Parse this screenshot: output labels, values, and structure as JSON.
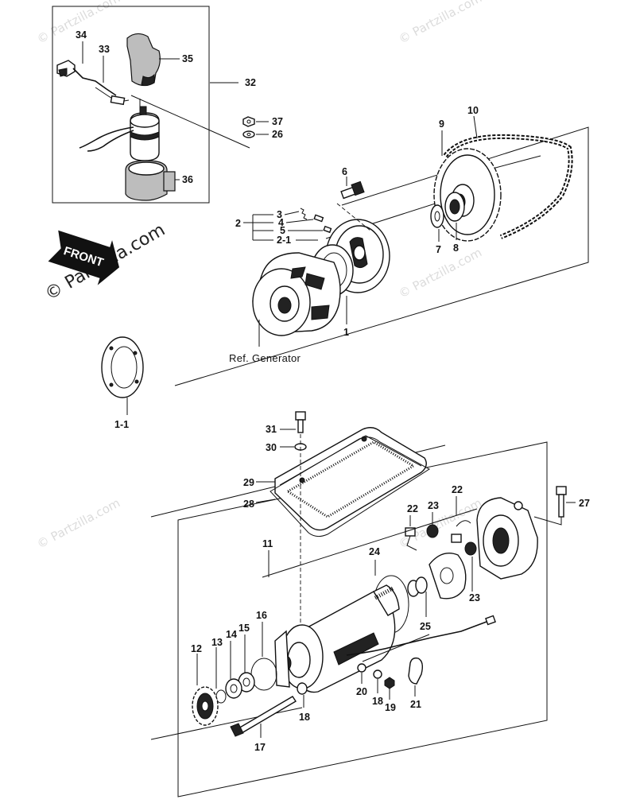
{
  "watermark_text": "© Partzilla.com",
  "reference_label": "Ref. Generator",
  "front_badge": "FRONT",
  "callouts": {
    "p1": "1",
    "p1_1": "1-1",
    "p2": "2",
    "p2_1": "2-1",
    "p3": "3",
    "p4": "4",
    "p5": "5",
    "p6": "6",
    "p7": "7",
    "p8": "8",
    "p9": "9",
    "p10": "10",
    "p11": "11",
    "p12": "12",
    "p13": "13",
    "p14": "14",
    "p15": "15",
    "p16": "16",
    "p17": "17",
    "p18a": "18",
    "p18b": "18",
    "p19": "19",
    "p20": "20",
    "p21": "21",
    "p22a": "22",
    "p22b": "22",
    "p23a": "23",
    "p23b": "23",
    "p24": "24",
    "p25": "25",
    "p26": "26",
    "p27": "27",
    "p28": "28",
    "p29": "29",
    "p30": "30",
    "p31": "31",
    "p32": "32",
    "p33": "33",
    "p34": "34",
    "p35": "35",
    "p36": "36",
    "p37": "37"
  }
}
